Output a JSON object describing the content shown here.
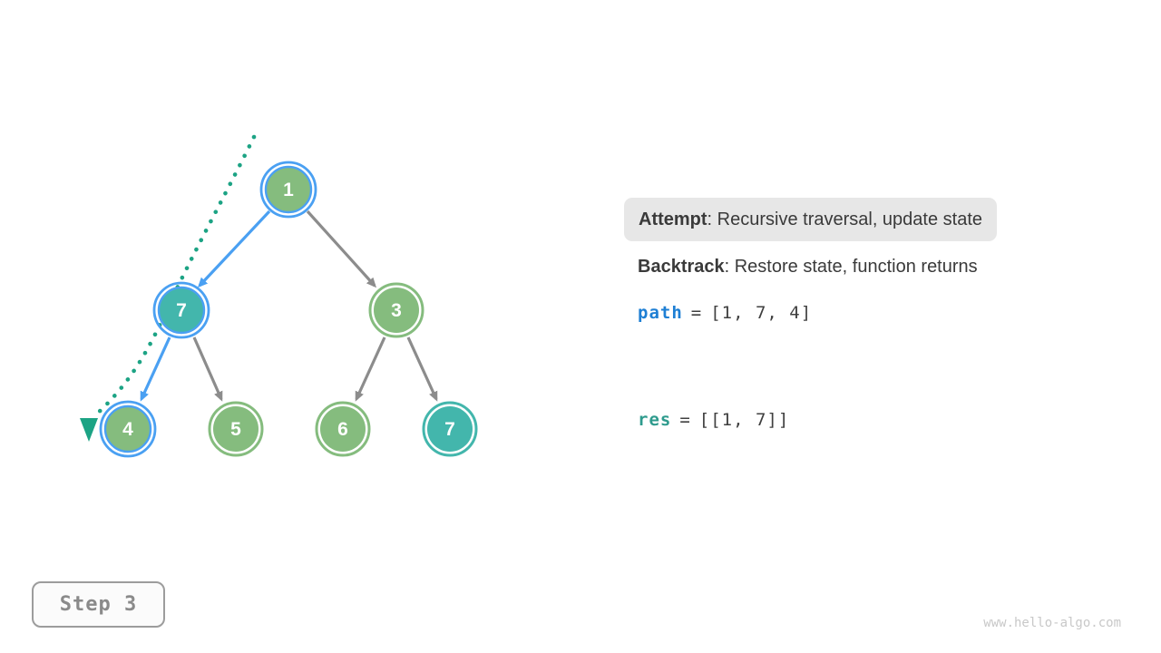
{
  "diagram": {
    "title_hint": "Backtracking preorder traversal step visualization",
    "tree": {
      "nodes": [
        {
          "value": "1",
          "fill": "#85bc7e",
          "ring": "#4aa0f2",
          "state": "on-path"
        },
        {
          "value": "7",
          "fill": "#43b6ac",
          "ring": "#4aa0f2",
          "state": "on-path-match"
        },
        {
          "value": "3",
          "fill": "#85bc7e",
          "ring": "#85bc7e",
          "state": "default"
        },
        {
          "value": "4",
          "fill": "#85bc7e",
          "ring": "#4aa0f2",
          "state": "on-path"
        },
        {
          "value": "5",
          "fill": "#85bc7e",
          "ring": "#85bc7e",
          "state": "default"
        },
        {
          "value": "6",
          "fill": "#85bc7e",
          "ring": "#85bc7e",
          "state": "default"
        },
        {
          "value": "7",
          "fill": "#43b6ac",
          "ring": "#43b6ac",
          "state": "match"
        }
      ],
      "edges": [
        {
          "from": "1",
          "to": "7",
          "color": "#4aa0f2",
          "highlighted": true
        },
        {
          "from": "1",
          "to": "3",
          "color": "#8c8c8c",
          "highlighted": false
        },
        {
          "from": "7",
          "to": "4",
          "color": "#4aa0f2",
          "highlighted": true
        },
        {
          "from": "7",
          "to": "5",
          "color": "#8c8c8c",
          "highlighted": false
        },
        {
          "from": "3",
          "to": "6",
          "color": "#8c8c8c",
          "highlighted": false
        },
        {
          "from": "3",
          "to": "7",
          "color": "#8c8c8c",
          "highlighted": false
        }
      ],
      "trace": {
        "color": "#1ca384",
        "style": "dotted",
        "direction": "down-left"
      }
    },
    "node_text_color": "#ffffff"
  },
  "panel": {
    "attempt": {
      "label": "Attempt",
      "text": ": Recursive traversal, update state"
    },
    "backtrack": {
      "label": "Backtrack",
      "text": ": Restore state, function returns"
    },
    "path_line": {
      "name": "path",
      "operator": "=",
      "value": "[1, 7, 4]"
    },
    "res_line": {
      "name": "res",
      "operator": "=",
      "value": "[[1, 7]]"
    }
  },
  "step_badge": {
    "label": "Step 3"
  },
  "watermark": {
    "text": "www.hello-algo.com"
  },
  "colors": {
    "node_green": "#85bc7e",
    "node_teal": "#43b6ac",
    "highlight_blue": "#4aa0f2",
    "edge_gray": "#8c8c8c",
    "trace_green": "#1ca384",
    "path_blue": "#1e7fd4",
    "res_teal": "#2e9b8d",
    "attempt_bg": "#e7e7e7",
    "text_dark": "#3a3a3a",
    "step_gray": "#8a8a8a",
    "watermark_gray": "#c8c8c8"
  }
}
